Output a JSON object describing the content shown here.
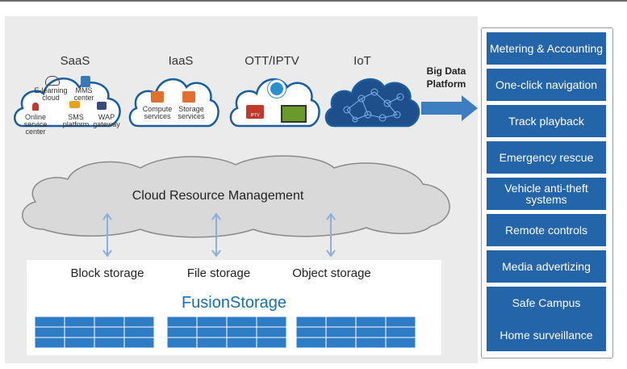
{
  "categories": {
    "saas": "SaaS",
    "iaas": "IaaS",
    "ott": "OTT/IPTV",
    "iot": "IoT"
  },
  "saas_services": {
    "elearning": "E-learning cloud",
    "mms": "MMS center",
    "online": "Online service center",
    "sms": "SMS platform",
    "wap": "WAP gateway"
  },
  "iaas_services": {
    "compute": "Compute services",
    "storage": "Storage services"
  },
  "ott_badge": "IPTV",
  "big_data": "Big Data Platform",
  "cloud_resource": "Cloud Resource Management",
  "storage_types": [
    "Block storage",
    "File storage",
    "Object storage"
  ],
  "fusion_storage": "FusionStorage",
  "applications": [
    "Metering & Accounting",
    "One-click navigation",
    "Track playback",
    "Emergency rescue",
    "Vehicle anti-theft systems",
    "Remote controls",
    "Media advertizing",
    "Safe Campus",
    "Home surveillance"
  ],
  "colors": {
    "app_blue": "#2464a8",
    "cloud_fill": "#d9d9d9",
    "storage_blue": "#1a6fb0",
    "arrow_blue": "#3d7ec0",
    "connector_blue": "#8eaedb"
  }
}
